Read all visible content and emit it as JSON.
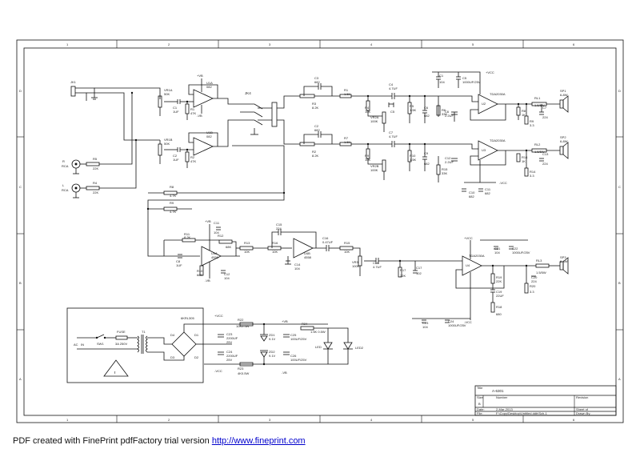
{
  "footer": {
    "text": "PDF created with FinePrint pdfFactory trial version",
    "link": "http://www.fineprint.com"
  },
  "grid": {
    "cols": [
      "1",
      "2",
      "3",
      "4",
      "5",
      "6"
    ],
    "rows": [
      "D",
      "C",
      "B",
      "A"
    ]
  },
  "titleblock": {
    "title_label": "Title",
    "title_value": "A-6301",
    "size_label": "Size",
    "size_value": "B",
    "number_label": "Number",
    "revision_label": "Revision",
    "date_label": "Date:",
    "date_value": "2-Mar-2013",
    "file_label": "File:",
    "file_value": "F:\\Copy\\Desktop\\Untitled.ddb\\Sch-1",
    "sheet_label": "Sheet of",
    "drawn_label": "Drawn By:"
  },
  "labels": {
    "jk1": "JK1",
    "jk4": "JK4",
    "vr1a": "VR1A",
    "vr1a_v": "50K",
    "vr1b": "VR1B",
    "vr1b_v": "50K",
    "u1a": "U1A",
    "u1a_v": "082",
    "u1b": "U1B",
    "u1b_v": "082",
    "c1": "C1",
    "c1_v": "1UF",
    "c2": "C2",
    "c2_v": "1UF",
    "r1": "R1",
    "r1_v": "47K",
    "r2": "R2",
    "r2_v": "47K",
    "vp": "+VB",
    "vn": "-VB",
    "r_in1": "R5",
    "r_in1_v": "22K",
    "r_in2": "R4",
    "r_in2_v": "22K",
    "rca_r": "R",
    "rca_r2": "RCA",
    "rca_l": "L",
    "rca_l2": "RCA",
    "c3": "C3",
    "c3_v": "682",
    "c2b": "C2",
    "c2b_v": "682",
    "r3": "R3",
    "r3_v": "8.2K",
    "r2b": "R2",
    "r2b_v": "8.2K",
    "r1b": "R1",
    "r1b_v": "1.5K",
    "r7": "R7",
    "r7_v": "1.5K",
    "c4": "C4",
    "c4_v": "4.7UF",
    "c7": "C7",
    "c7_v": "4.7UF",
    "r4": "R4",
    "r4_v": "10K",
    "r9": "R9",
    "r9_v": "10K",
    "vr2": "VR2A",
    "vr2_v": "100K",
    "vr2b": "VR2B",
    "vr2b_v": "100K",
    "c5": "C5",
    "c5_v": "224",
    "c8": "C8",
    "c8_v": "224",
    "r5": "R5",
    "r5_v": "1.5K",
    "r10": "R10",
    "r10_v": "1.5K",
    "c6": "C6",
    "c6_v": "682",
    "c9": "C9",
    "c9_v": "682",
    "c10": "C10",
    "c10_v": "682",
    "c11": "C11",
    "c11_v": "682",
    "r6": "R6",
    "r6_v": "10K",
    "r11": "R11",
    "r11_v": "10K",
    "c1b": "C1",
    "c1b_v": "104",
    "c5b": "C5",
    "c5b_v": "1000UF/25V",
    "vcc": "+VCC",
    "vee": "-VCC",
    "tda1": "TDA2030A",
    "u2": "U2",
    "tda2": "TDA2030A",
    "u3": "U3",
    "tda3": "TDA2030A",
    "u4": "U4",
    "c6b": "C6",
    "c6b_v": "2.2UF",
    "c12b": "C12",
    "c12b_v": "2.2UF",
    "r6b": "R6",
    "r6b_v": "33K",
    "r15": "R15",
    "r15_v": "33K",
    "r8": "R8",
    "r8_v": "1K",
    "r14": "R14",
    "r14_v": "1K",
    "r9b": "R9",
    "r9b_v": "3.3",
    "r14b": "R14",
    "r14b_v": "3.3",
    "c7b": "C7",
    "c7b_v": "224",
    "c13": "C13",
    "c13_v": "224",
    "rl1": "RL1",
    "rl1_v": "1.5/5W",
    "rl2": "RL2",
    "rl2_v": "1.5/5W",
    "sp1": "SP1",
    "sp1_v": "6-8W",
    "sp2": "SP2",
    "sp2_v": "6-8W",
    "sp3": "SP3",
    "sp3_v": "6-8W",
    "r8b": "R8",
    "r8b_v": "4.7K",
    "r9c": "R9",
    "r9c_v": "4.7K",
    "r11b": "R11",
    "r11b_v": "8.2K",
    "r12": "R12",
    "r12_v": "68K",
    "r13": "R13",
    "r13_v": "10K",
    "r16": "R16",
    "r16_v": "10K",
    "c11b": "C11",
    "c11b_v": "104",
    "c12c": "C12",
    "c12c_v": "104",
    "c15": "C15",
    "c15_v": "224",
    "c14": "C14",
    "c14_v": "104",
    "u4a": "U4A",
    "u4a_v": "4558",
    "u4b": "U4B",
    "u4b_v": "4558",
    "r10b": "R10",
    "r10b_v": "68K",
    "c8b": "C8",
    "c8b_v": "1UF",
    "c16": "C16",
    "c16_v": "0.47UF",
    "r15b": "R15",
    "r15b_v": "10K",
    "vr3": "VR3",
    "vr3_v": "100K",
    "c18": "C18",
    "c18_v": "4.7UF",
    "r17": "R17",
    "r17_v": "22K",
    "c17": "C17",
    "c17_v": "102",
    "c21": "C21",
    "c21_v": "104",
    "c22": "C22",
    "c22_v": "1000UF/25V",
    "r19": "R19",
    "r19_v": "22K",
    "r20": "R20",
    "r20_v": "3.3",
    "r18": "R18",
    "r18_v": "680",
    "c19": "C19",
    "c19_v": "22UF",
    "c20": "C20",
    "c20_v": "224",
    "rl3": "RL3",
    "rl3_v": "1.5/5W",
    "c23": "C23",
    "c23_v": "104",
    "c24b": "C24",
    "c24b_v": "1000UF/25V",
    "ac": "AC",
    "ac2": "IN",
    "sw1": "SW1",
    "fuse": "FUSE",
    "fuse_v": "3A 250V",
    "t1": "T1",
    "d1": "D1",
    "d2": "D2",
    "d3": "D3",
    "d4": "D4",
    "br": "6KRL305",
    "c23b": "C23",
    "c23b_v": "2200UF",
    "c23b_v2": "25V",
    "c24": "C24",
    "c24_v": "2200UF",
    "c24_v2": "25V",
    "r22": "R22",
    "r22_v": "10K0.5W",
    "r23": "R23",
    "r23_v": "4K0.5W",
    "zd1": "ZD1",
    "zd1_v": "9.1V",
    "zd2": "ZD2",
    "zd2_v": "9.1V",
    "c25": "C25",
    "c25_v": "100UF/25V",
    "c26": "C26",
    "c26_v": "100UF/25V",
    "r24": "R24",
    "r24_v": "1.5K 0.5W",
    "led": "LED",
    "led2": "LED2",
    "vb_p": "+VB",
    "vb_n": "-VB",
    "vcc_p": "+VCC",
    "vcc_n": "-VCC"
  }
}
